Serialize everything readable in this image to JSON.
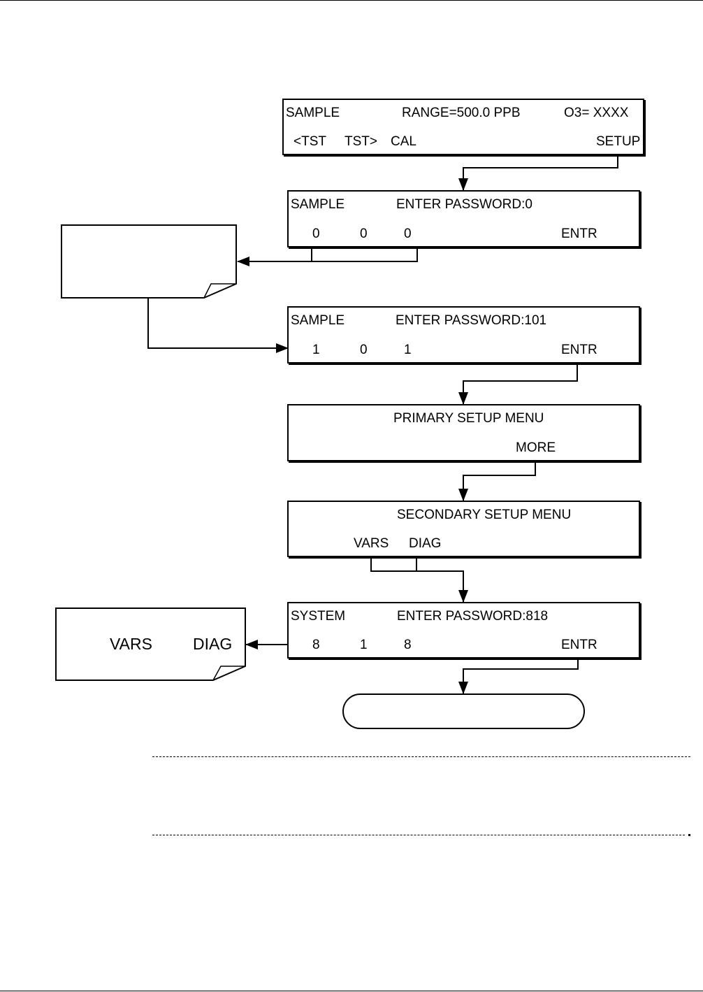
{
  "screens": {
    "sample_range": {
      "line1": {
        "left": "SAMPLE",
        "mid": "RANGE=500.0 PPB",
        "right": "O3= XXXX"
      },
      "line2": [
        "<TST",
        "TST>",
        "CAL",
        "SETUP"
      ]
    },
    "password_0": {
      "line1": {
        "left": "SAMPLE",
        "mid": "ENTER PASSWORD:0"
      },
      "line2": [
        "0",
        "0",
        "0",
        "ENTR"
      ]
    },
    "password_101": {
      "line1": {
        "left": "SAMPLE",
        "mid": "ENTER PASSWORD:101"
      },
      "line2": [
        "1",
        "0",
        "1",
        "ENTR"
      ]
    },
    "primary_setup": {
      "line1": "PRIMARY SETUP MENU",
      "line2": "MORE"
    },
    "secondary_setup": {
      "line1": "SECONDARY SETUP MENU",
      "line2": [
        "VARS",
        "DIAG"
      ]
    },
    "system_password": {
      "line1": {
        "left": "SYSTEM",
        "mid": "ENTER PASSWORD:818"
      },
      "line2": [
        "8",
        "1",
        "8",
        "ENTR"
      ]
    }
  },
  "notes": {
    "vars_diag": [
      "VARS",
      "DIAG"
    ]
  }
}
